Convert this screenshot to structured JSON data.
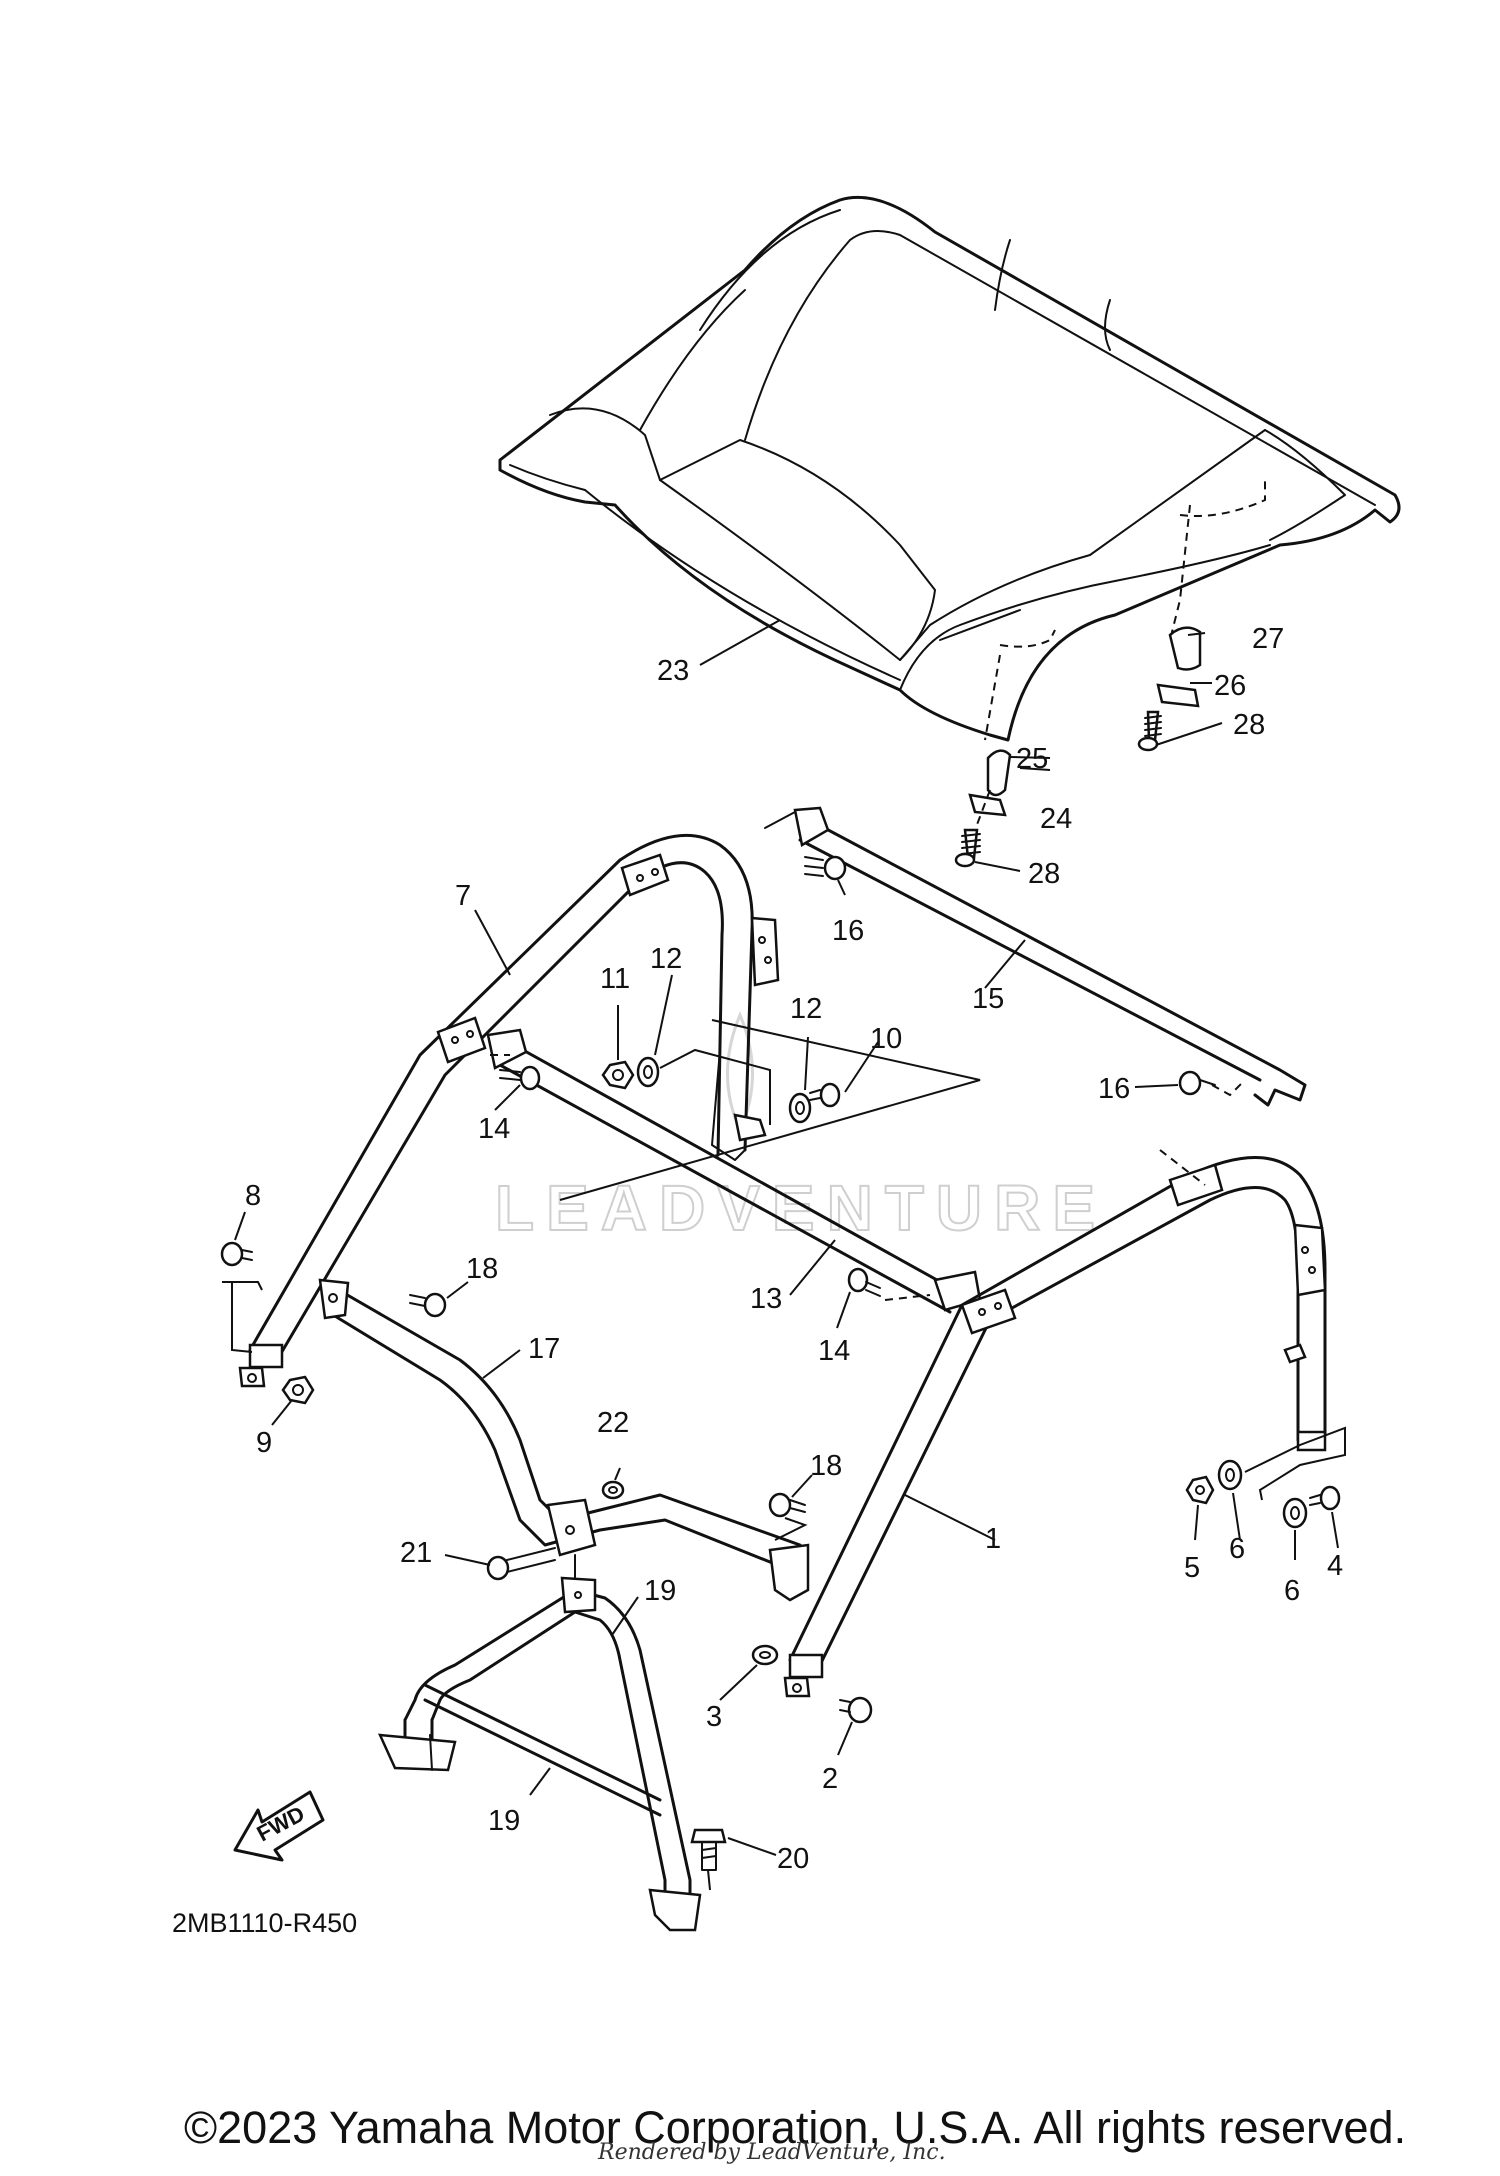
{
  "diagram": {
    "code": "2MB1110-R450",
    "fwd_label": "FWD",
    "watermark": "LEADVENTURE",
    "callouts": [
      "1",
      "2",
      "3",
      "4",
      "5",
      "6",
      "6",
      "7",
      "8",
      "9",
      "10",
      "11",
      "12",
      "12",
      "13",
      "14",
      "14",
      "15",
      "16",
      "16",
      "17",
      "18",
      "18",
      "19",
      "19",
      "20",
      "21",
      "22",
      "23",
      "24",
      "25",
      "26",
      "27",
      "28",
      "28"
    ]
  },
  "footer": {
    "copyright": "©2023 Yamaha Motor Corporation, U.S.A. All rights reserved.",
    "rendered_by": "Rendered by LeadVenture, Inc."
  }
}
